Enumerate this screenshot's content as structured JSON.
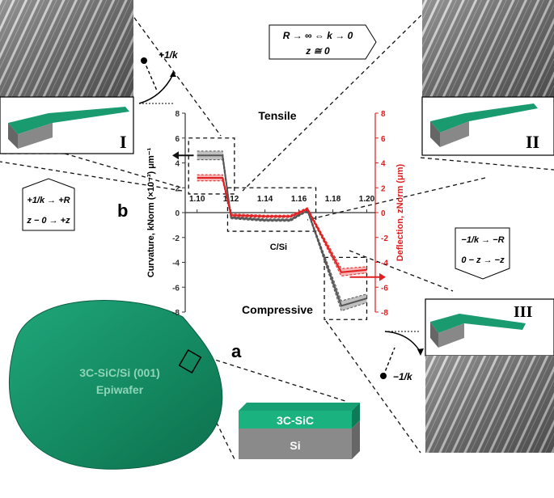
{
  "figure": {
    "panel_a": "a",
    "panel_b": "b",
    "wafer_title": "3C-SiC/Si (001)",
    "wafer_subtitle": "Epiwafer",
    "layer_top": "3C-SiC",
    "layer_bottom": "Si",
    "state_tensile": "Tensile",
    "state_compressive": "Compressive",
    "roman_1": "I",
    "roman_2": "II",
    "roman_3": "III",
    "eq_top_line1": "R → ∞ ⇔ k → 0",
    "eq_top_line2": "z ≅ 0",
    "eq_left_line1": "+1/k → +R",
    "eq_left_line2": "z − 0 → +z",
    "eq_right_line1": "−1/k → −R",
    "eq_right_line2": "0 − z → −z",
    "curv_pos": "+1/k",
    "curv_neg": "−1/k"
  },
  "chart_data": {
    "type": "line",
    "xlabel": "C/Si",
    "ylabel_left": "Curvature, kNorm (×10⁻³) μm⁻¹",
    "ylabel_right": "Deflection, zNorm (μm)",
    "x": [
      1.1,
      1.115,
      1.12,
      1.14,
      1.155,
      1.165,
      1.185,
      1.2
    ],
    "x_ticks": [
      "1.10",
      "1.12",
      "1.14",
      "1.16",
      "1.18",
      "1.20"
    ],
    "y_ticks": [
      "8",
      "6",
      "4",
      "2",
      "0",
      "-2",
      "-4",
      "-6",
      "-8"
    ],
    "xlim": [
      1.093,
      1.205
    ],
    "ylim": [
      -8,
      8
    ],
    "colors": {
      "curvature": "#555555",
      "deflection": "#e02020",
      "band": "#b0b0b0",
      "band_red": "#f3a3a3"
    },
    "series": [
      {
        "name": "Curvature",
        "axis": "left",
        "values": [
          4.6,
          4.6,
          -0.4,
          -0.6,
          -0.6,
          0.2,
          -7.5,
          -6.9
        ],
        "band": [
          0.35,
          0.35,
          0.1,
          0.1,
          0.1,
          0.1,
          0.4,
          0.35
        ]
      },
      {
        "name": "Deflection",
        "axis": "right",
        "values": [
          2.8,
          2.8,
          -0.2,
          -0.3,
          -0.3,
          0.3,
          -4.8,
          -4.6
        ],
        "band": [
          0.25,
          0.25,
          0.1,
          0.1,
          0.1,
          0.1,
          0.3,
          0.25
        ]
      }
    ]
  }
}
